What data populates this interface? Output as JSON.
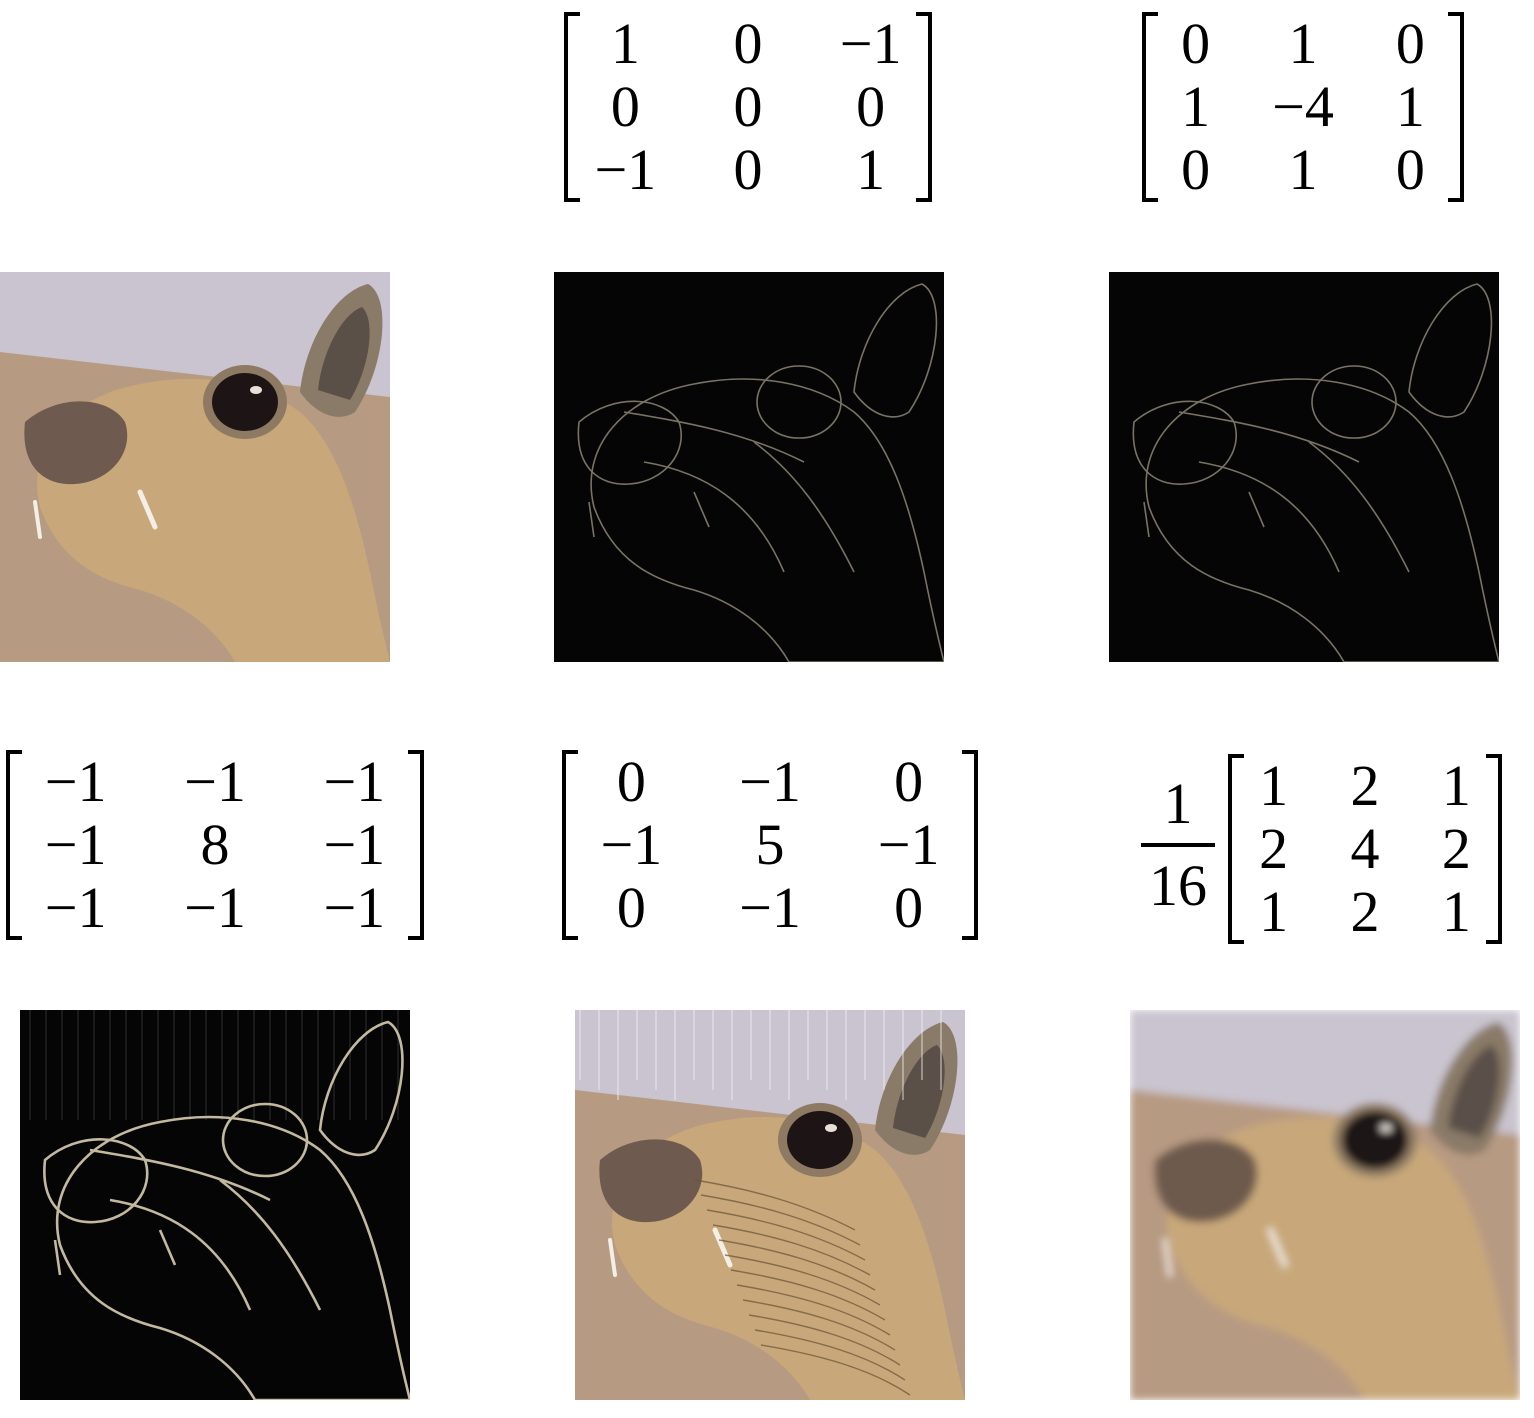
{
  "kernels": {
    "edge_diagonal": {
      "rows": [
        [
          "1",
          "0",
          "−1"
        ],
        [
          "0",
          "0",
          "0"
        ],
        [
          "−1",
          "0",
          "1"
        ]
      ]
    },
    "laplacian_4": {
      "rows": [
        [
          "0",
          "1",
          "0"
        ],
        [
          "1",
          "−4",
          "1"
        ],
        [
          "0",
          "1",
          "0"
        ]
      ]
    },
    "laplacian_8": {
      "rows": [
        [
          "−1",
          "−1",
          "−1"
        ],
        [
          "−1",
          "8",
          "−1"
        ],
        [
          "−1",
          "−1",
          "−1"
        ]
      ]
    },
    "sharpen": {
      "rows": [
        [
          "0",
          "−1",
          "0"
        ],
        [
          "−1",
          "5",
          "−1"
        ],
        [
          "0",
          "−1",
          "0"
        ]
      ]
    },
    "gaussian_blur": {
      "scale_numerator": "1",
      "scale_denominator": "16",
      "rows": [
        [
          "1",
          "2",
          "1"
        ],
        [
          "2",
          "4",
          "2"
        ],
        [
          "1",
          "2",
          "1"
        ]
      ]
    }
  },
  "images": {
    "original": {
      "variant": "photo"
    },
    "edge_diag": {
      "variant": "edges-faint"
    },
    "lap4": {
      "variant": "edges-faint"
    },
    "lap8": {
      "variant": "edges-strong"
    },
    "sharpened": {
      "variant": "photo-sharp"
    },
    "blurred": {
      "variant": "photo-blur"
    }
  },
  "colors": {
    "fur": "#c8a87a",
    "background_sky": "#c9c4cf",
    "background_wall": "#b79a82",
    "edge_line": "#d8cdb0",
    "dark": "#050505"
  }
}
